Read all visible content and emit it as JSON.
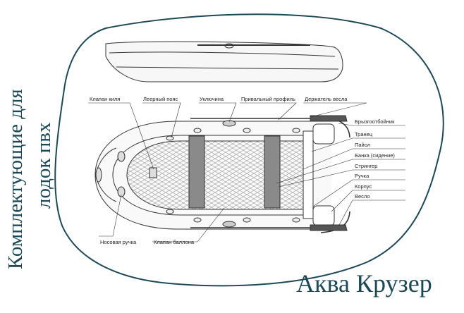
{
  "title_vertical": {
    "line1": "Комплектующие для",
    "line2": "лодок пвх"
  },
  "brand": "Аква Крузер",
  "colors": {
    "frame": "#1d4956",
    "text": "#1d4956",
    "line": "#333333"
  },
  "labels": {
    "keel_valve": "Клапан киля",
    "lifeline": "Леерный пояс",
    "oarlock": "Уключина",
    "gunwale_profile": "Привальный профиль",
    "oar_holder": "Держатель весла",
    "spray_deflector": "Брызгоотбойник",
    "transom": "Транец",
    "floor": "Пайол",
    "seat": "Банка (сидение)",
    "stringer": "Стрингер",
    "handle": "Ручка",
    "hull": "Корпус",
    "oar": "Весло",
    "bow_handle": "Носовая ручка",
    "tube_valve": "Клапан баллона"
  }
}
